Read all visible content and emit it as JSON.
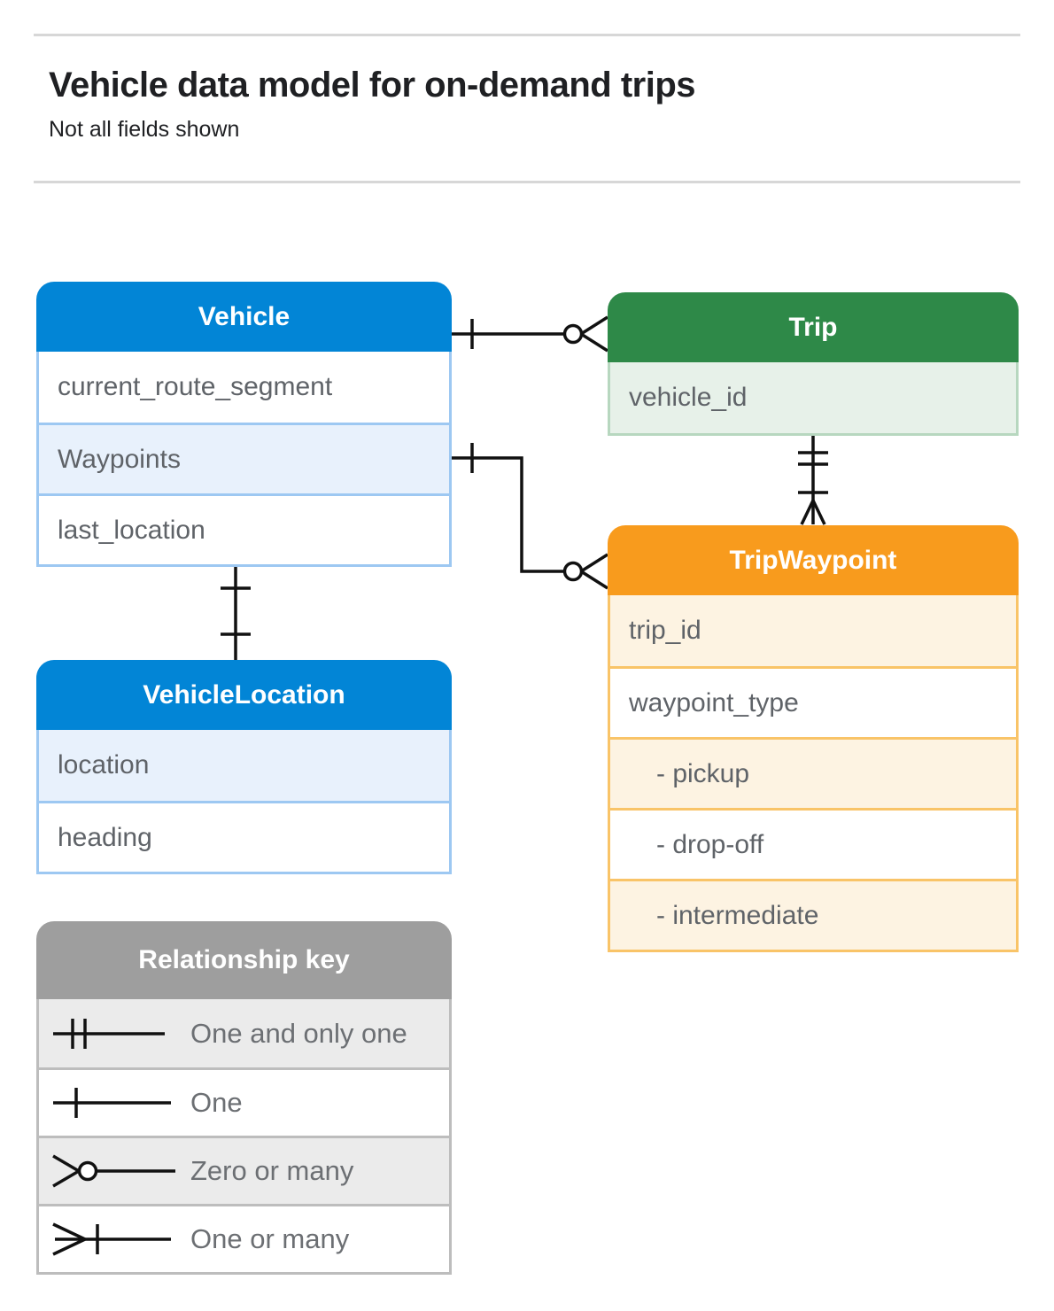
{
  "page": {
    "title": "Vehicle data model for on-demand trips",
    "subtitle": "Not all fields shown"
  },
  "colors": {
    "blue_header": "#0285d6",
    "blue_row_highlight": "#e8f1fc",
    "blue_border": "#9dc8f2",
    "green_header": "#2e8948",
    "green_row_highlight": "#e7f1e9",
    "green_border": "#b7d7bf",
    "orange_header": "#f89b1d",
    "orange_row_highlight": "#fdf3e2",
    "orange_border": "#f9c468",
    "gray_header": "#9e9e9e",
    "gray_row_highlight": "#ebebeb",
    "gray_border": "#bdbdbd",
    "row_text": "#5f6368",
    "connector_line": "#111111"
  },
  "tables": {
    "vehicle": {
      "title": "Vehicle",
      "rows": [
        {
          "label": "current_route_segment",
          "highlight": false
        },
        {
          "label": "Waypoints",
          "highlight": true
        },
        {
          "label": "last_location",
          "highlight": false
        }
      ]
    },
    "trip": {
      "title": "Trip",
      "rows": [
        {
          "label": "vehicle_id",
          "highlight": true
        }
      ]
    },
    "trip_waypoint": {
      "title": "TripWaypoint",
      "rows": [
        {
          "label": "trip_id",
          "highlight": true
        },
        {
          "label": "waypoint_type",
          "highlight": false
        },
        {
          "label": "- pickup",
          "highlight": true,
          "indent": true
        },
        {
          "label": "- drop-off",
          "highlight": false,
          "indent": true
        },
        {
          "label": "- intermediate",
          "highlight": true,
          "indent": true
        }
      ]
    },
    "vehicle_location": {
      "title": "VehicleLocation",
      "rows": [
        {
          "label": "location",
          "highlight": true
        },
        {
          "label": "heading",
          "highlight": false
        }
      ]
    }
  },
  "legend": {
    "title": "Relationship key",
    "items": [
      {
        "symbol": "one-and-only-one",
        "label": "One and only one"
      },
      {
        "symbol": "one",
        "label": "One"
      },
      {
        "symbol": "zero-or-many",
        "label": "Zero or many"
      },
      {
        "symbol": "one-or-many",
        "label": "One or many"
      }
    ]
  },
  "relationships": [
    {
      "from": "Vehicle",
      "to": "Trip",
      "from_cardinality": "one",
      "to_cardinality": "zero-or-many"
    },
    {
      "from": "Vehicle.Waypoints",
      "to": "TripWaypoint",
      "from_cardinality": "one",
      "to_cardinality": "zero-or-many"
    },
    {
      "from": "Trip",
      "to": "TripWaypoint",
      "from_cardinality": "one-and-only-one",
      "to_cardinality": "one-or-many"
    },
    {
      "from": "Vehicle.last_location",
      "to": "VehicleLocation",
      "from_cardinality": "one",
      "to_cardinality": "one"
    }
  ]
}
